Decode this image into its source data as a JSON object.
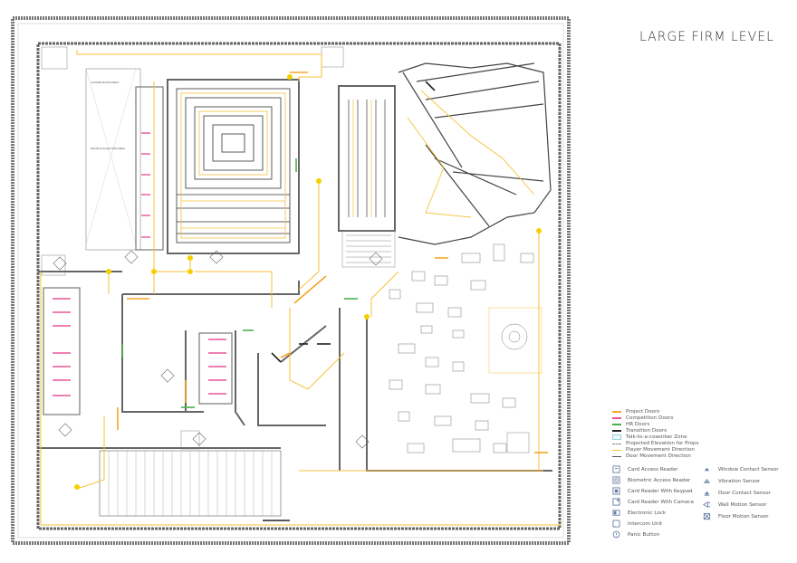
{
  "title": "LARGE FIRM LEVEL",
  "colors": {
    "wall": "#6b6b6b",
    "project_door": "#f5a623",
    "competition_door": "#e8559a",
    "hr_door": "#4caf50",
    "transition_door": "#222222",
    "path": "#f7c23a",
    "node": "#f5d000",
    "icon": "#6a7fa8"
  },
  "legend": {
    "lines": [
      {
        "label": "Project Doors",
        "color": "#f5a623",
        "style": "solid"
      },
      {
        "label": "Competition Doors",
        "color": "#e8559a",
        "style": "solid"
      },
      {
        "label": "HR Doors",
        "color": "#4caf50",
        "style": "solid"
      },
      {
        "label": "Transition Doors",
        "color": "#222222",
        "style": "solid"
      },
      {
        "label": "Talk-to-a-coworker Zone",
        "color": "#9ccfe0",
        "style": "box"
      },
      {
        "label": "Projected Elevation for Props",
        "color": "#888888",
        "style": "dash"
      },
      {
        "label": "Player Movement Direction",
        "color": "#f7c23a",
        "style": "thin"
      },
      {
        "label": "Door Movement Direction",
        "color": "#555555",
        "style": "thin"
      }
    ],
    "icons_left": [
      {
        "label": "Card Access Reader",
        "icon": "card-reader-icon"
      },
      {
        "label": "Biometric Access Reader",
        "icon": "biometric-reader-icon"
      },
      {
        "label": "Card Reader With Keypad",
        "icon": "keypad-reader-icon"
      },
      {
        "label": "Card Reader With Camera",
        "icon": "camera-reader-icon"
      },
      {
        "label": "Electronic Lock",
        "icon": "electronic-lock-icon"
      },
      {
        "label": "Intercom Unit",
        "icon": "intercom-icon"
      },
      {
        "label": "Panic Button",
        "icon": "panic-button-icon"
      }
    ],
    "icons_right": [
      {
        "label": "Window Contact Sensor",
        "icon": "window-sensor-icon"
      },
      {
        "label": "Vibration Sensor",
        "icon": "vibration-sensor-icon"
      },
      {
        "label": "Door Contact Sensor",
        "icon": "door-sensor-icon"
      },
      {
        "label": "Wall Motion Sensor",
        "icon": "wall-motion-icon"
      },
      {
        "label": "Floor Motion Sensor",
        "icon": "floor-motion-icon"
      }
    ]
  },
  "room_labels": {
    "locker": "LOCKER ROOM AREA",
    "collection": "ROOM COLLECTION AREA"
  }
}
